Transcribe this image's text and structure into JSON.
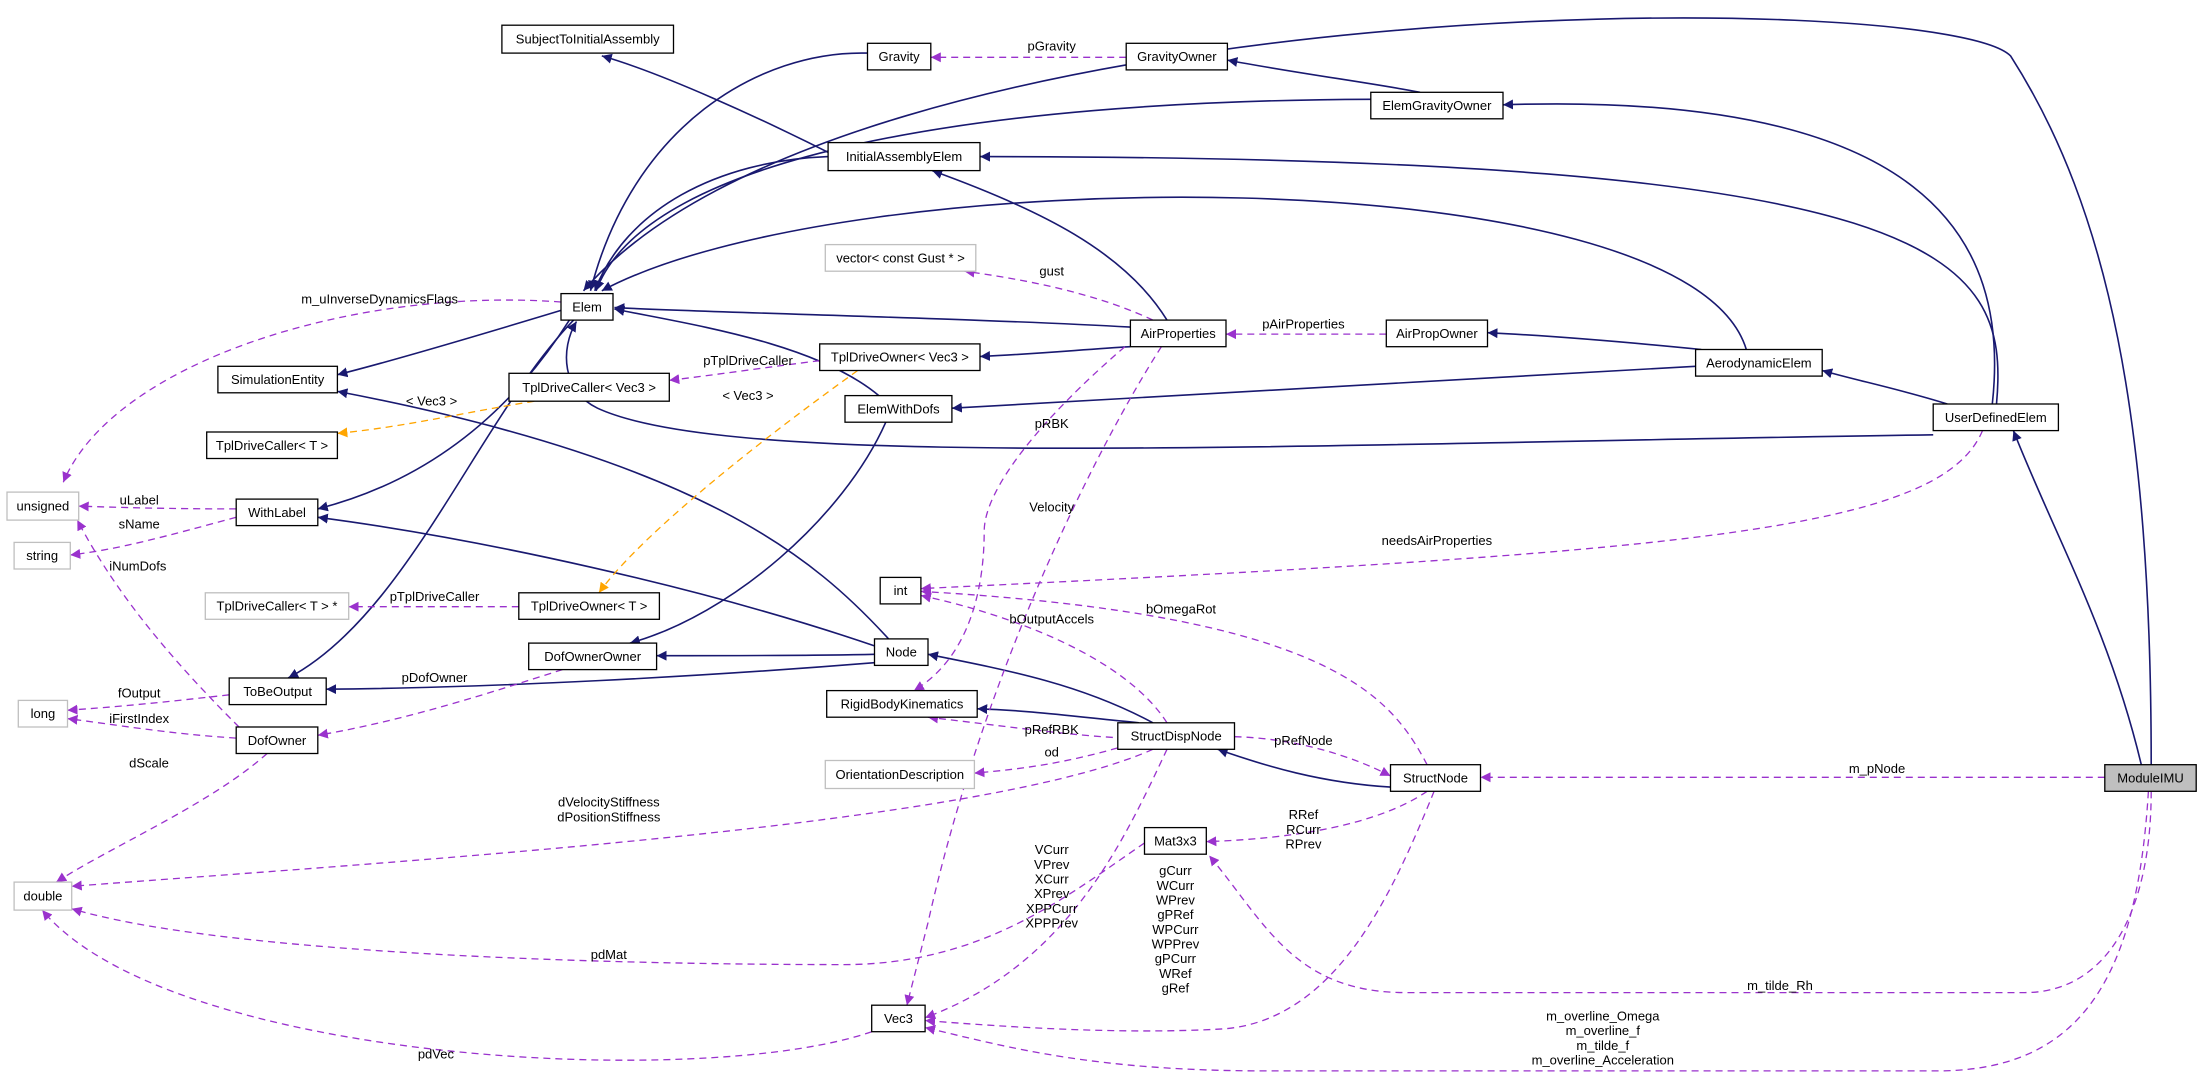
{
  "colors": {
    "inherit": "#191970",
    "usage": "#9a32cd",
    "template": "#ffa500",
    "external_border": "#bfbfbf",
    "highlight_fill": "#bfbfbf"
  },
  "nodes": [
    {
      "id": "SubjectToInitialAssembly",
      "label": "SubjectToInitialAssembly"
    },
    {
      "id": "Gravity",
      "label": "Gravity"
    },
    {
      "id": "GravityOwner",
      "label": "GravityOwner"
    },
    {
      "id": "ElemGravityOwner",
      "label": "ElemGravityOwner"
    },
    {
      "id": "InitialAssemblyElem",
      "label": "InitialAssemblyElem"
    },
    {
      "id": "vectorGust",
      "label": "vector< const Gust * >"
    },
    {
      "id": "Elem",
      "label": "Elem"
    },
    {
      "id": "AirProperties",
      "label": "AirProperties"
    },
    {
      "id": "AirPropOwner",
      "label": "AirPropOwner"
    },
    {
      "id": "TplDriveOwnerVec3",
      "label": "TplDriveOwner< Vec3 >"
    },
    {
      "id": "AerodynamicElem",
      "label": "AerodynamicElem"
    },
    {
      "id": "SimulationEntity",
      "label": "SimulationEntity"
    },
    {
      "id": "TplDriveCallerVec3",
      "label": "TplDriveCaller< Vec3 >"
    },
    {
      "id": "ElemWithDofs",
      "label": "ElemWithDofs"
    },
    {
      "id": "UserDefinedElem",
      "label": "UserDefinedElem"
    },
    {
      "id": "TplDriveCallerT",
      "label": "TplDriveCaller< T >"
    },
    {
      "id": "unsigned",
      "label": "unsigned"
    },
    {
      "id": "WithLabel",
      "label": "WithLabel"
    },
    {
      "id": "string",
      "label": "string"
    },
    {
      "id": "int",
      "label": "int"
    },
    {
      "id": "TplDriveCallerTptr",
      "label": "TplDriveCaller< T > *"
    },
    {
      "id": "TplDriveOwnerT",
      "label": "TplDriveOwner< T >"
    },
    {
      "id": "DofOwnerOwner",
      "label": "DofOwnerOwner"
    },
    {
      "id": "Node",
      "label": "Node"
    },
    {
      "id": "ToBeOutput",
      "label": "ToBeOutput"
    },
    {
      "id": "RigidBodyKinematics",
      "label": "RigidBodyKinematics"
    },
    {
      "id": "long",
      "label": "long"
    },
    {
      "id": "DofOwner",
      "label": "DofOwner"
    },
    {
      "id": "StructDispNode",
      "label": "StructDispNode"
    },
    {
      "id": "OrientationDescription",
      "label": "OrientationDescription"
    },
    {
      "id": "StructNode",
      "label": "StructNode"
    },
    {
      "id": "ModuleIMU",
      "label": "ModuleIMU"
    },
    {
      "id": "Mat3x3",
      "label": "Mat3x3"
    },
    {
      "id": "double",
      "label": "double"
    },
    {
      "id": "Vec3",
      "label": "Vec3"
    }
  ],
  "edges": [
    {
      "id": "e-subj-initasm",
      "type": "inherit"
    },
    {
      "id": "e-elem-initasm",
      "type": "inherit"
    },
    {
      "id": "e-elem-gravity",
      "type": "inherit"
    },
    {
      "id": "e-elem-elemgravowner",
      "type": "inherit"
    },
    {
      "id": "e-elem-aerodyn",
      "type": "inherit"
    },
    {
      "id": "e-elem-elemwithdofs",
      "type": "inherit"
    },
    {
      "id": "e-elem-userdef",
      "type": "inherit"
    },
    {
      "id": "e-elem-moduleimu",
      "type": "inherit"
    },
    {
      "id": "e-elem-airprops",
      "type": "inherit"
    },
    {
      "id": "e-initasm-airprops",
      "type": "inherit"
    },
    {
      "id": "e-initasm-userdef",
      "type": "inherit"
    },
    {
      "id": "e-gravowner-elemgravowner",
      "type": "inherit"
    },
    {
      "id": "e-elemgravowner-userdef",
      "type": "inherit"
    },
    {
      "id": "e-tpldriveownervec3-airprops",
      "type": "inherit"
    },
    {
      "id": "e-airpropowner-aerodyn",
      "type": "inherit"
    },
    {
      "id": "e-aerodyn-userdef",
      "type": "inherit"
    },
    {
      "id": "e-elemwithdofs-aerodyn",
      "type": "inherit"
    },
    {
      "id": "e-userdef-moduleimu",
      "type": "inherit"
    },
    {
      "id": "e-simentity-elem",
      "type": "inherit"
    },
    {
      "id": "e-simentity-node",
      "type": "inherit"
    },
    {
      "id": "e-withlabel-elem",
      "type": "inherit"
    },
    {
      "id": "e-withlabel-node",
      "type": "inherit"
    },
    {
      "id": "e-tobeoutput-elem",
      "type": "inherit"
    },
    {
      "id": "e-tobeoutput-node",
      "type": "inherit"
    },
    {
      "id": "e-dofownerowner-elemwithdofs",
      "type": "inherit"
    },
    {
      "id": "e-dofownerowner-node",
      "type": "inherit"
    },
    {
      "id": "e-node-structdisp",
      "type": "inherit"
    },
    {
      "id": "e-rbk-structdisp",
      "type": "inherit"
    },
    {
      "id": "e-structdisp-structnode",
      "type": "inherit"
    },
    {
      "id": "e-gravity-gravowner",
      "type": "usage",
      "label": "pGravity"
    },
    {
      "id": "e-gust-airprops",
      "type": "usage",
      "label": "gust"
    },
    {
      "id": "e-airprops-airpropowner",
      "type": "usage",
      "label": "pAirProperties"
    },
    {
      "id": "e-unsigned-elem",
      "type": "usage",
      "label": "m_uInverseDynamicsFlags"
    },
    {
      "id": "e-tdcv3-tdov3",
      "type": "usage",
      "label": "pTplDriveCaller"
    },
    {
      "id": "e-tdct-tdcv3",
      "type": "template",
      "label": "< Vec3 >"
    },
    {
      "id": "e-tdot-tdov3",
      "type": "template",
      "label": "< Vec3 >"
    },
    {
      "id": "e-rbk-elemwithdofs",
      "type": "usage",
      "label": "pRBK"
    },
    {
      "id": "e-vec3-airprops",
      "type": "usage",
      "label": "Velocity"
    },
    {
      "id": "e-unsigned-withlabel",
      "type": "usage",
      "label": "uLabel"
    },
    {
      "id": "e-string-withlabel",
      "type": "usage",
      "label": "sName"
    },
    {
      "id": "e-int-userdef",
      "type": "usage",
      "label": "needsAirProperties"
    },
    {
      "id": "e-tdctptr-tdot",
      "type": "usage",
      "label": "pTplDriveCaller"
    },
    {
      "id": "e-unsigned-dofowner",
      "type": "usage",
      "label": "iNumDofs"
    },
    {
      "id": "e-int-structdisp",
      "type": "usage",
      "label": "bOutputAccels"
    },
    {
      "id": "e-int-structnode",
      "type": "usage",
      "label": "bOmegaRot"
    },
    {
      "id": "e-dofowner-dofownerowner",
      "type": "usage",
      "label": "pDofOwner"
    },
    {
      "id": "e-long-tobeoutput",
      "type": "usage",
      "label": "fOutput"
    },
    {
      "id": "e-long-dofowner",
      "type": "usage",
      "label": "iFirstIndex"
    },
    {
      "id": "e-rbk-structdisp-use",
      "type": "usage",
      "label": "pRefRBK"
    },
    {
      "id": "e-od-structdisp",
      "type": "usage",
      "label": "od"
    },
    {
      "id": "e-structdisp-structnode-use",
      "type": "usage",
      "label": "pRefNode"
    },
    {
      "id": "e-structnode-moduleimu",
      "type": "usage",
      "label": "m_pNode"
    },
    {
      "id": "e-double-dofowner",
      "type": "usage",
      "label": "dScale"
    },
    {
      "id": "e-double-structdisp",
      "type": "usage",
      "label": "dVelocityStiffness\ndPositionStiffness"
    },
    {
      "id": "e-mat3x3-structnode",
      "type": "usage",
      "label": "RRef\nRCurr\nRPrev"
    },
    {
      "id": "e-vec3-structdisp",
      "type": "usage",
      "label": "VCurr\nVPrev\nXCurr\nXPrev\nXPPCurr\nXPPPrev"
    },
    {
      "id": "e-vec3-structnode",
      "type": "usage",
      "label": "gCurr\nWCurr\nWPrev\ngPRef\nWPCurr\nWPPrev\ngPCurr\nWRef\ngRef"
    },
    {
      "id": "e-double-mat3x3",
      "type": "usage",
      "label": "pdMat"
    },
    {
      "id": "e-mat3x3-moduleimu",
      "type": "usage",
      "label": "m_tilde_Rh"
    },
    {
      "id": "e-double-vec3",
      "type": "usage",
      "label": "pdVec"
    },
    {
      "id": "e-vec3-moduleimu",
      "type": "usage",
      "label": "m_overline_Omega\nm_overline_f\nm_tilde_f\nm_overline_Acceleration"
    }
  ]
}
